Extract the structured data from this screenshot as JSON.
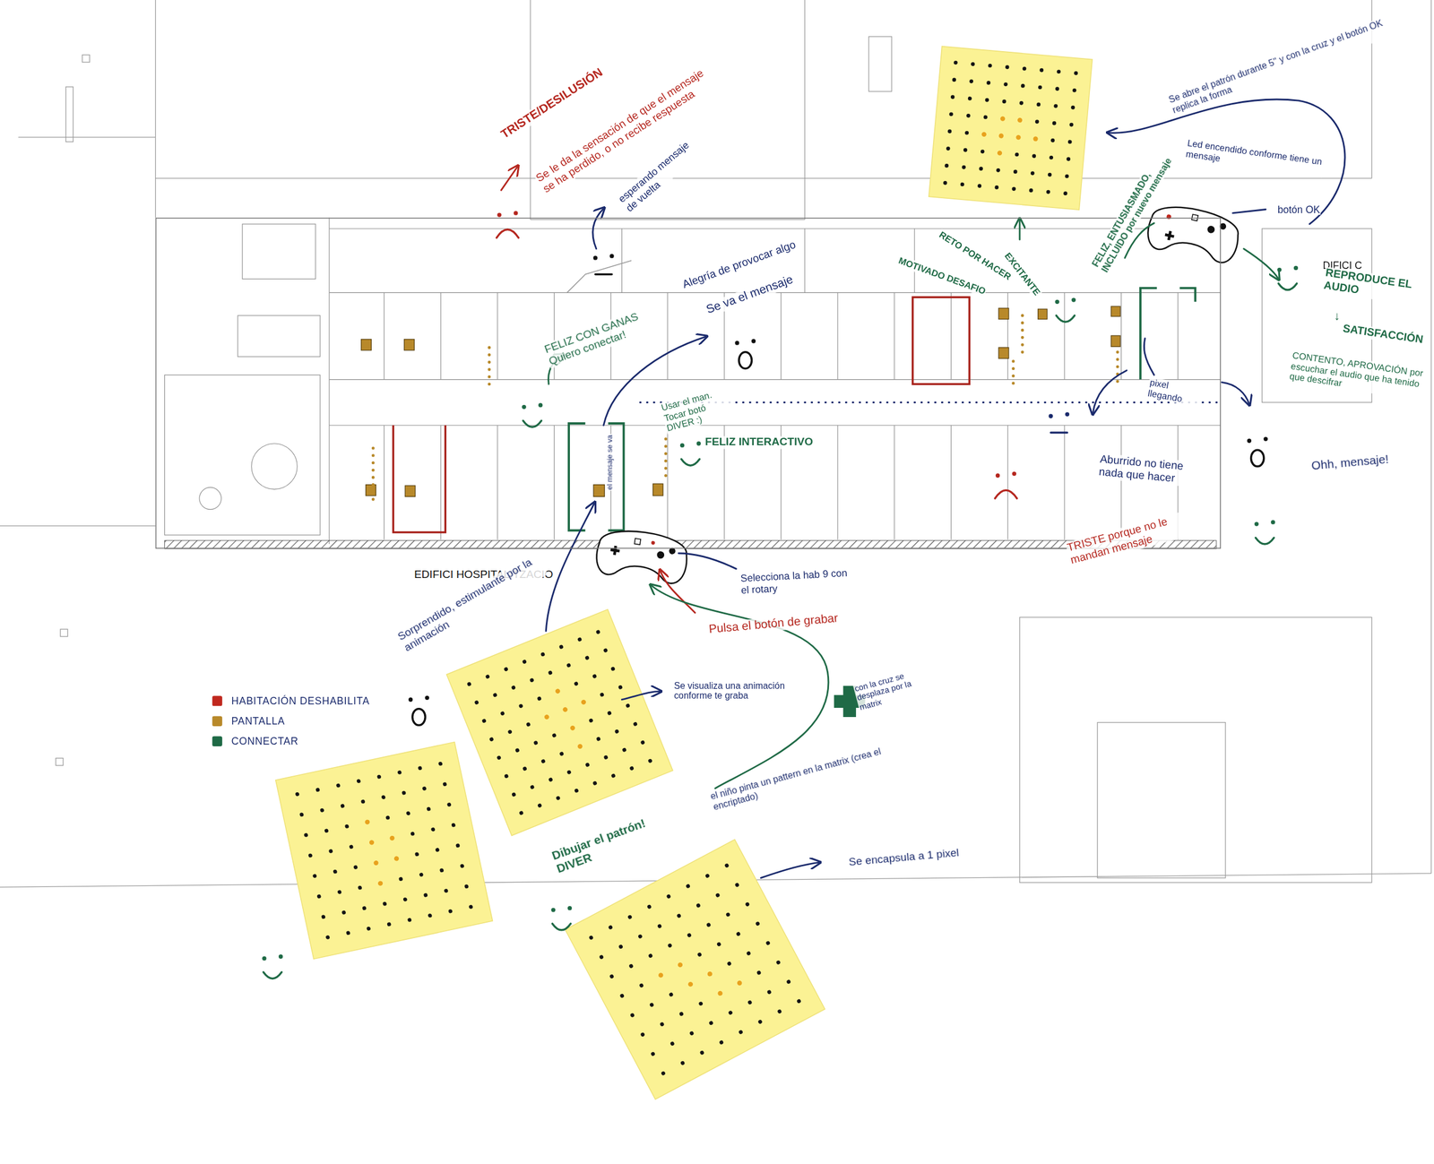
{
  "diagram": {
    "nodes": [
      {
        "text": [
          "EDIFICI HOSPITALITZACIO"
        ]
      }
    ],
    "labels": [
      "TRISTE/DESILUSIÓN",
      "Se le da la sensación de que el mensaje se ha perdido, o no recibe respuesta",
      "esperando mensaje de vuelta",
      "Alegría de provocar algo",
      "Se va el mensaje",
      "FELIZ CON GANAS Quiero conectar!",
      "Usar el man. Tocar botó DIVER :)",
      "FELIZ INTERACTIVO",
      "el mensaje se va",
      "MOTIVADO DESAFIO",
      "RETO POR HACER",
      "EXCITANTE",
      "FELIZ, ENTUSIASMADO, INCLUIDO por nuevo mensaje",
      "Led encendido conforme tiene un mensaje",
      "botón OK",
      "Se abre el patrón durante 5'' y con la cruz y el botón OK replica la forma",
      "DIFICI C",
      "REPRODUCE EL AUDIO",
      "↓",
      "SATISFACCIÓN",
      "CONTENTO, APROVACIÓN por escuchar el audio que ha tenido que descifrar",
      "pixel llegando",
      "Aburrido no tiene nada que hacer",
      "TRISTE porque no le mandan mensaje",
      "Ohh, mensaje!",
      "Selecciona la hab 9 con el rotary",
      "Pulsa el botón de grabar",
      "Sorprendido, estimulante por la animación",
      "Se visualiza una animación conforme te graba",
      "con la cruz se desplaza por la matrix",
      "el niño pinta un pattern en la matrix (crea el encriptado)",
      "Dibujar el patrón! DIVER",
      "Se encapsula a 1 pixel"
    ],
    "legend": [
      {
        "text": "HABITACIÓN DESHABILITA",
        "color": "#c0281e"
      },
      {
        "text": "PANTALLA",
        "color": "#b8892a"
      },
      {
        "text": "CONNECTAR",
        "color": "#1f6a46"
      }
    ]
  }
}
